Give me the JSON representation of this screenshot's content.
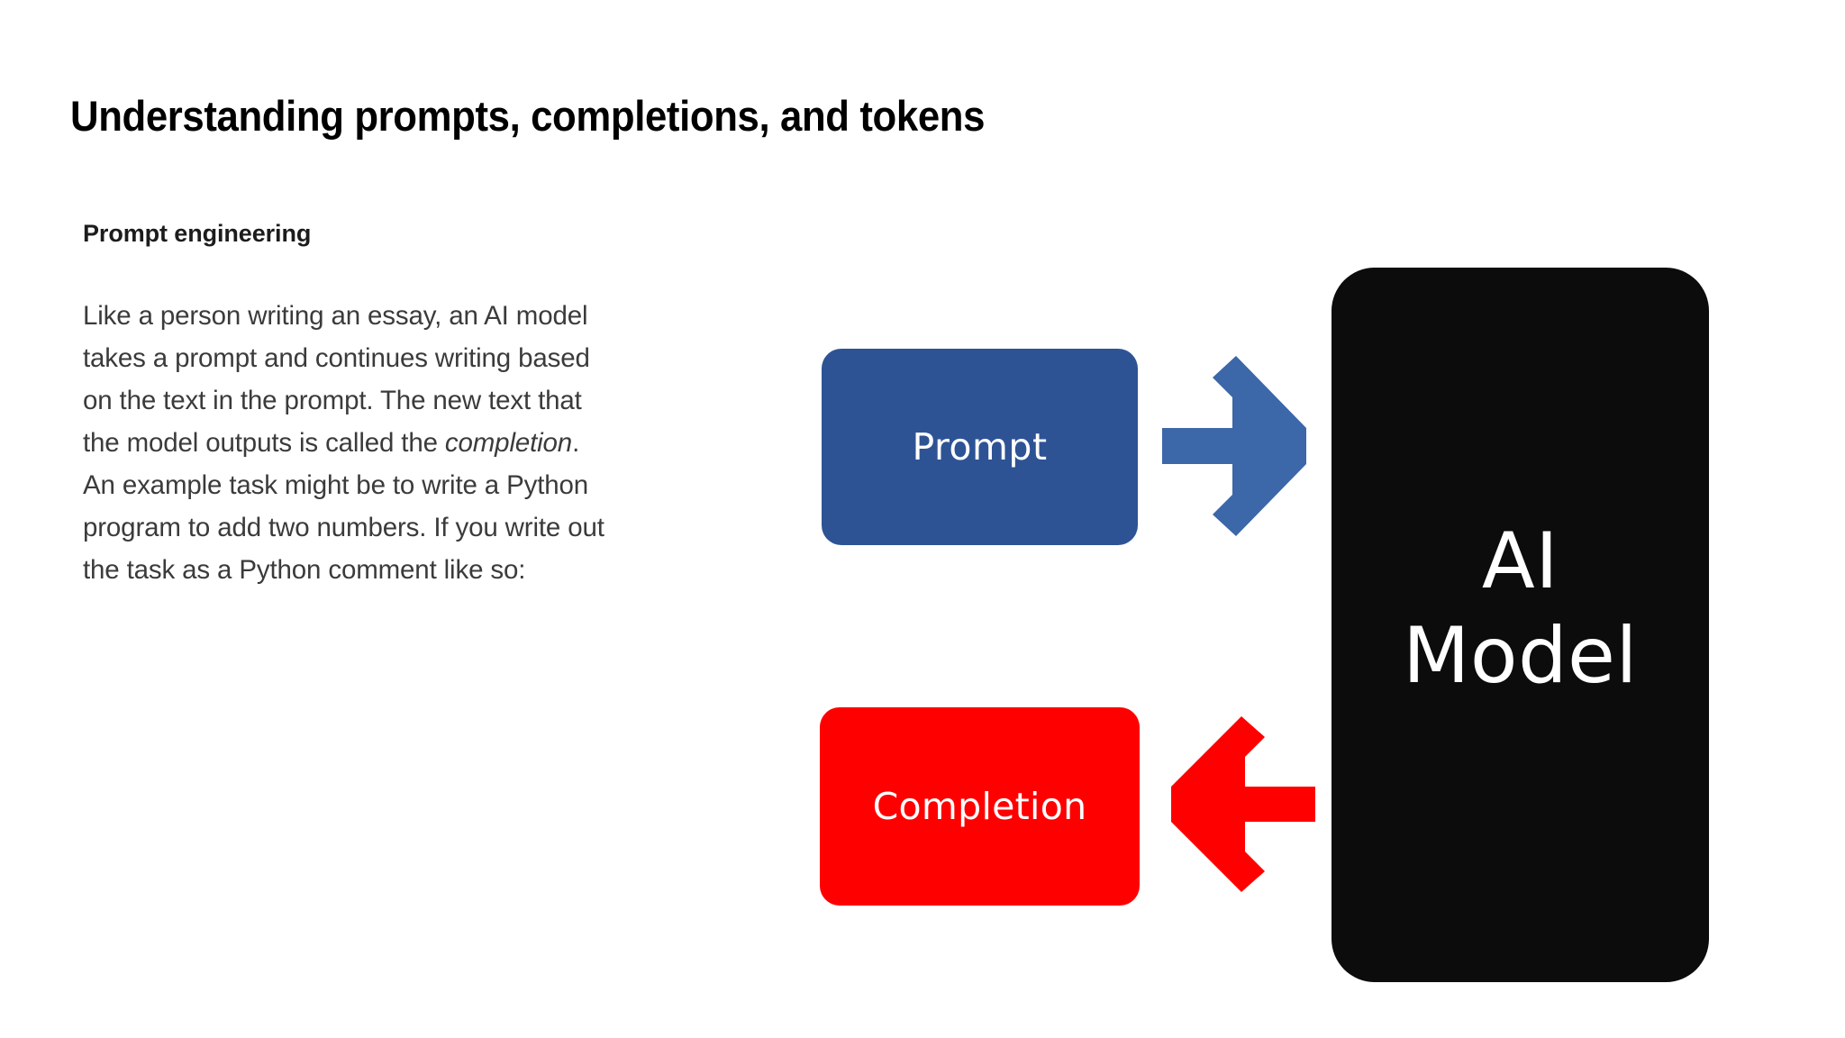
{
  "slide": {
    "title": "Understanding prompts, completions, and tokens",
    "section_heading": "Prompt engineering",
    "body_paragraph": {
      "part_1": "Like a person writing an essay, an AI model takes a prompt and continues writing based on the text in the prompt. The new text that the model outputs is called the ",
      "emphasis": "completion",
      "part_2": ". An example task might be to write a Python program to add two numbers. If you write out the task as a Python comment like so:"
    },
    "background_color": "#ffffff"
  },
  "diagram": {
    "type": "flow",
    "nodes": [
      {
        "id": "prompt",
        "label": "Prompt",
        "fill_color": "#2E5395",
        "text_color": "#ffffff",
        "shape": "rounded-rectangle"
      },
      {
        "id": "completion",
        "label": "Completion",
        "fill_color": "#FF0000",
        "text_color": "#ffffff",
        "shape": "rounded-rectangle"
      },
      {
        "id": "ai-model",
        "label_line_1": "AI",
        "label_line_2": "Model",
        "fill_color": "#0C0C0C",
        "text_color": "#ffffff",
        "shape": "rounded-rectangle"
      }
    ],
    "arrows": [
      {
        "id": "prompt-to-model",
        "direction": "right",
        "color": "#3C67A8",
        "from": "prompt",
        "to": "ai-model"
      },
      {
        "id": "model-to-completion",
        "direction": "left",
        "color": "#FF0000",
        "from": "ai-model",
        "to": "completion"
      }
    ]
  }
}
